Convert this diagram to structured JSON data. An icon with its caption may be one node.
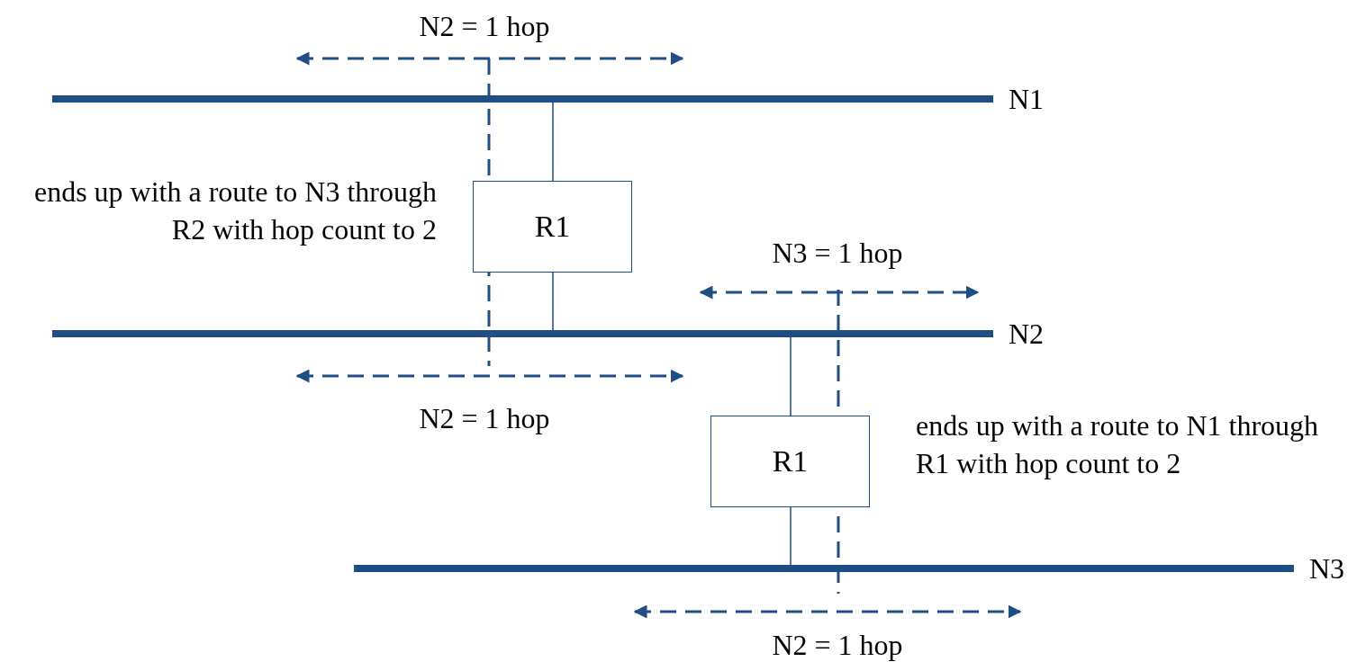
{
  "diagram": {
    "nodes": [
      {
        "text": [],
        "shape": "bar",
        "beside": [
          "N1"
        ]
      },
      {
        "text": [],
        "shape": "bar",
        "beside": [
          "N2"
        ]
      },
      {
        "text": [],
        "shape": "bar",
        "beside": [
          "N3"
        ]
      },
      {
        "text": [
          "R1"
        ]
      },
      {
        "text": [
          "R1"
        ]
      }
    ],
    "edges": [
      {
        "from": 0,
        "to": 3,
        "arrow": "none"
      },
      {
        "from": 3,
        "to": 1,
        "arrow": "none"
      },
      {
        "from": 1,
        "to": 4,
        "arrow": "none"
      },
      {
        "from": 4,
        "to": 2,
        "arrow": "none"
      }
    ],
    "labels": [
      "N2 = 1 hop",
      "ends up with a route to N3 through R2 with hop count to 2",
      "N3 = 1 hop",
      "N2 = 1 hop",
      "ends up with a route to N1 through R1 with hop count to 2",
      "N2 = 1 hop"
    ]
  }
}
